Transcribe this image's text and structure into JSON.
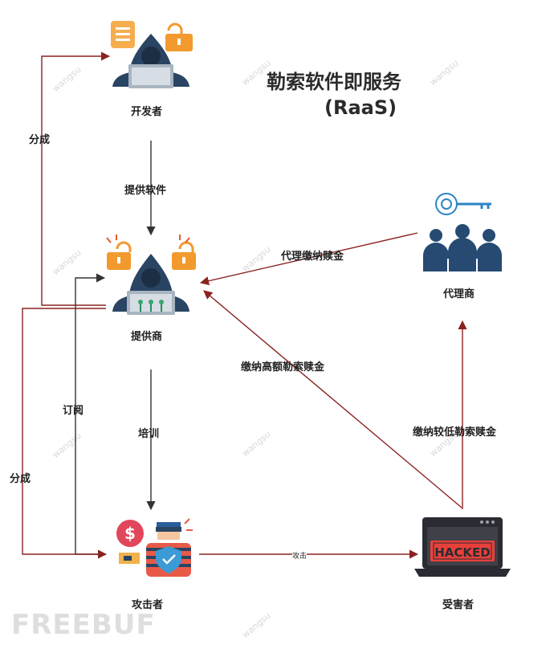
{
  "title": {
    "line1": "勒索软件即服务",
    "line2": "(RaaS)"
  },
  "nodes": {
    "developer": "开发者",
    "provider": "提供商",
    "agent": "代理商",
    "attacker": "攻击者",
    "victim": "受害者"
  },
  "edges": {
    "provide_software": "提供软件",
    "share_top": "分成",
    "agent_pay": "代理缴纳赎金",
    "pay_high": "缴纳高额勒索赎金",
    "subscribe": "订阅",
    "train": "培训",
    "share_left": "分成",
    "pay_low": "缴纳较低勒索赎金",
    "attack": "攻击"
  },
  "victim_screen_text": "HACKED",
  "watermark": "wangsu",
  "brand": "FREEBUF",
  "colors": {
    "arrow_red": "#8b2222",
    "arrow_dark": "#333333",
    "navy": "#2a4463",
    "orange": "#f29a2e",
    "hacked_red": "#e8413a"
  }
}
